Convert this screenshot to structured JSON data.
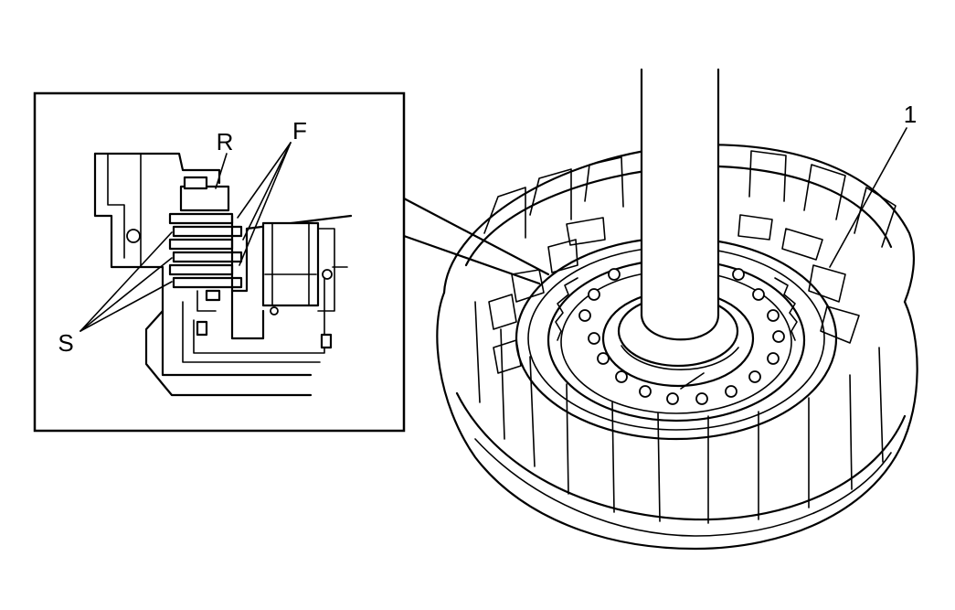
{
  "callouts": {
    "part_1": "1",
    "part_r": "R",
    "part_f": "F",
    "part_s": "S"
  },
  "colors": {
    "line": "#000000",
    "background": "#ffffff"
  }
}
